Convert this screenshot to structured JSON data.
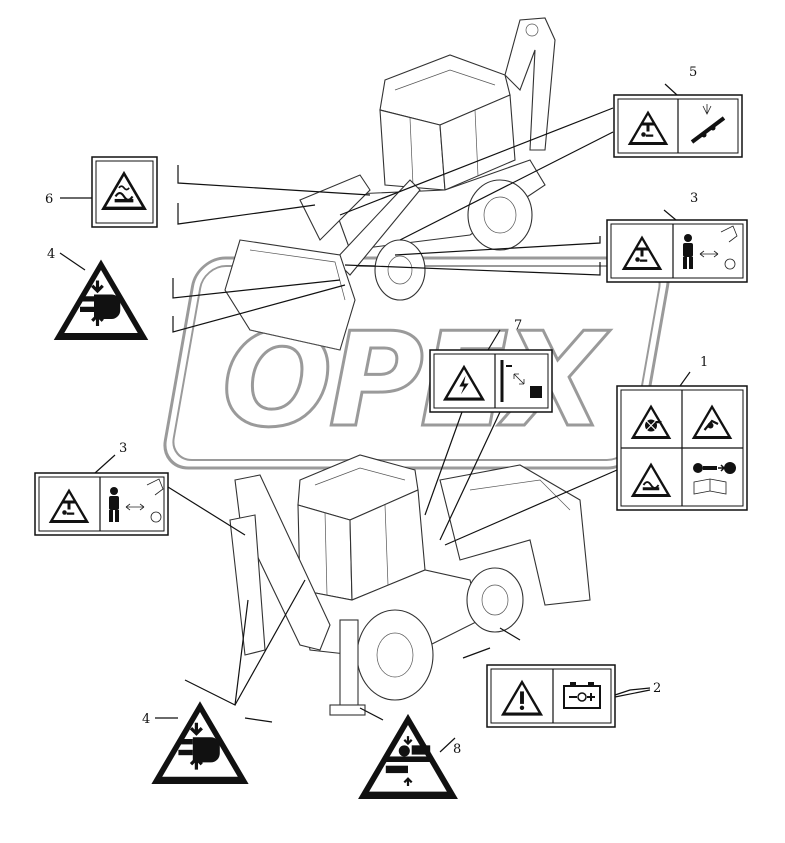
{
  "watermark": {
    "text": "OPEX"
  },
  "callouts": {
    "c1": "1",
    "c2": "2",
    "c3a": "3",
    "c3b": "3",
    "c4a": "4",
    "c4b": "4",
    "c5": "5",
    "c6": "6",
    "c7": "7",
    "c8": "8"
  },
  "decals": [
    {
      "ref": "1",
      "icons": [
        "rotating-fan-warning-icon",
        "hot-surface-arm-warning-icon",
        "hot-liquid-warning-icon",
        "remove-key-read-manual-icon"
      ]
    },
    {
      "ref": "2",
      "icons": [
        "general-caution-icon",
        "battery-icon"
      ]
    },
    {
      "ref": "3",
      "icons": [
        "crush-hazard-icon",
        "keep-clear-distance-icon"
      ]
    },
    {
      "ref": "4",
      "icons": [
        "hand-crush-icon"
      ]
    },
    {
      "ref": "5",
      "icons": [
        "falling-load-icon",
        "boom-lock-icon"
      ]
    },
    {
      "ref": "6",
      "icons": [
        "hot-liquid-warning-icon"
      ]
    },
    {
      "ref": "7",
      "icons": [
        "electric-shock-icon",
        "power-line-distance-icon"
      ]
    },
    {
      "ref": "8",
      "icons": [
        "crush-between-parts-icon"
      ]
    }
  ]
}
